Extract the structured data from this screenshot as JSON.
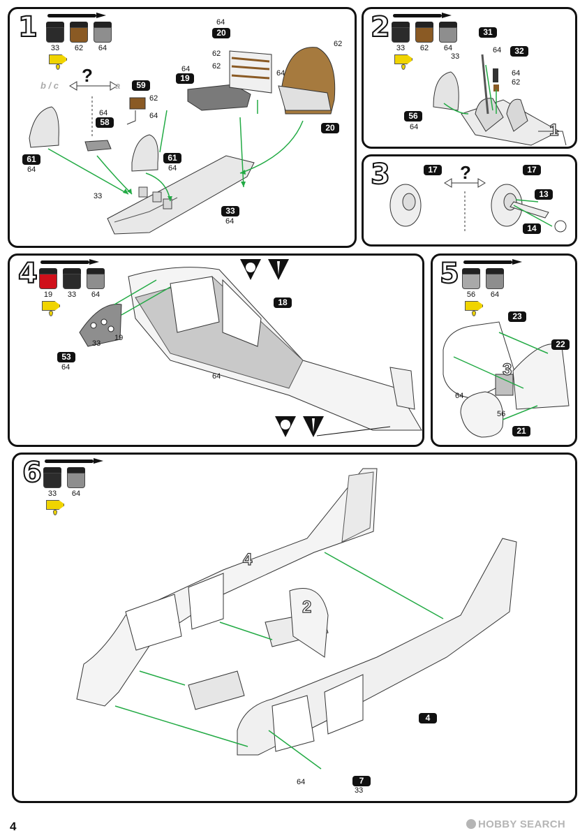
{
  "page_number": "4",
  "brand": "HOBBY SEARCH",
  "steps": {
    "s1": {
      "number": "1",
      "paints": [
        "33",
        "62",
        "64"
      ],
      "option_left": "b / c",
      "option_right": "a",
      "question": "?",
      "parts": {
        "p20": "20",
        "p19": "19",
        "p59": "59",
        "p58": "58",
        "p61a": "61",
        "p61b": "61",
        "p33": "33",
        "p20b": "20"
      },
      "labels": {
        "l64a": "64",
        "l62a": "62",
        "l64b": "64",
        "l62b": "62",
        "l64c": "64",
        "l62c": "62",
        "l64d": "64",
        "l64e": "64",
        "l64f": "64",
        "l64g": "64",
        "l64h": "64",
        "l33": "33"
      }
    },
    "s2": {
      "number": "2",
      "paints": [
        "33",
        "62",
        "64"
      ],
      "parts": {
        "p31": "31",
        "p32": "32",
        "p56": "56"
      },
      "labels": {
        "l33": "33",
        "l64a": "64",
        "l64b": "64",
        "l62": "62",
        "l64c": "64"
      },
      "sub": "1"
    },
    "s3": {
      "number": "3",
      "question": "?",
      "parts": {
        "p17a": "17",
        "p17b": "17",
        "p13": "13",
        "p14": "14"
      }
    },
    "s4": {
      "number": "4",
      "paints": [
        "19",
        "33",
        "64"
      ],
      "parts": {
        "p18": "18",
        "p53": "53"
      },
      "labels": {
        "l33": "33",
        "l19": "19",
        "l64a": "64",
        "l64b": "64"
      }
    },
    "s5": {
      "number": "5",
      "paints": [
        "56",
        "64"
      ],
      "parts": {
        "p23": "23",
        "p22": "22",
        "p21": "21"
      },
      "labels": {
        "l64": "64",
        "l56": "56"
      },
      "sub": "3"
    },
    "s6": {
      "number": "6",
      "paints": [
        "33",
        "64"
      ],
      "parts": {
        "p4": "4",
        "p7": "7"
      },
      "labels": {
        "l33": "33",
        "l64": "64"
      },
      "subs": {
        "s4": "4",
        "s2": "2"
      }
    }
  },
  "colors": {
    "c33": "#2b2b2b",
    "c62": "#8a5a24",
    "c64": "#8e8e8e",
    "c19": "#d0101a",
    "c56": "#a9a9a9",
    "arrow": "#22aa44",
    "glue": "#f0d400"
  }
}
